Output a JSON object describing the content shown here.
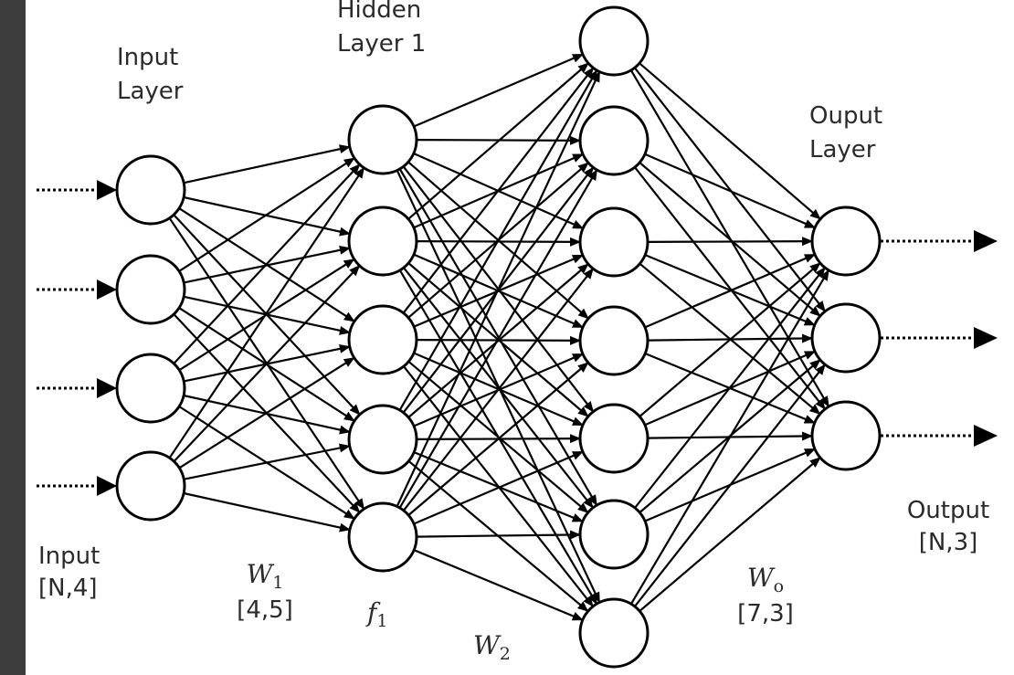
{
  "layers": {
    "input": {
      "title_line1": "Input",
      "title_line2": "Layer",
      "neurons": 4
    },
    "hidden1": {
      "title_line1": "Hidden",
      "title_line2": "Layer 1",
      "neurons": 5
    },
    "hidden2": {
      "neurons": 7
    },
    "output": {
      "title_line1": "Ouput",
      "title_line2": "Layer",
      "neurons": 3
    }
  },
  "io": {
    "input_label": "Input",
    "input_shape": "[N,4]",
    "output_label": "Output",
    "output_shape": "[N,3]"
  },
  "weights": {
    "w1_base": "W",
    "w1_sub": "1",
    "w1_shape": "[4,5]",
    "f1_base": "f",
    "f1_sub": "1",
    "w2_base": "W",
    "w2_sub": "2",
    "wo_base": "W",
    "wo_sub": "o",
    "wo_shape": "[7,3]"
  },
  "colors": {
    "stroke": "#000000",
    "text": "#2b2b2b",
    "background": "#ffffff",
    "frame": "#3d3d3d"
  }
}
